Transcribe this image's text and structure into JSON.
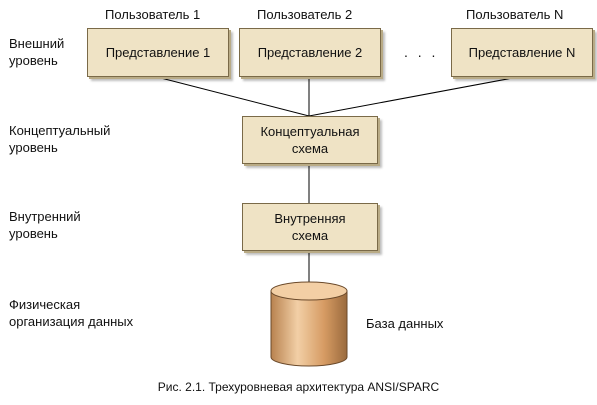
{
  "users": [
    "Пользователь 1",
    "Пользователь 2",
    "Пользователь N"
  ],
  "levels": {
    "external": "Внешний\nуровень",
    "conceptual": "Концептуальный\nуровень",
    "internal": "Внутренний\nуровень",
    "physical": "Физическая\nорганизация данных"
  },
  "views": [
    "Представление 1",
    "Представление 2",
    "Представление N"
  ],
  "ellipsis": ". . .",
  "conceptual_schema": "Концептуальная\nсхема",
  "internal_schema": "Внутренняя\nсхема",
  "database": "База данных",
  "caption": "Рис. 2.1. Трехуровневая архитектура ANSI/SPARC",
  "colors": {
    "box_fill": "#efe3c5",
    "cylinder_body": "#d9a56f",
    "cylinder_top": "#f0c79a"
  }
}
